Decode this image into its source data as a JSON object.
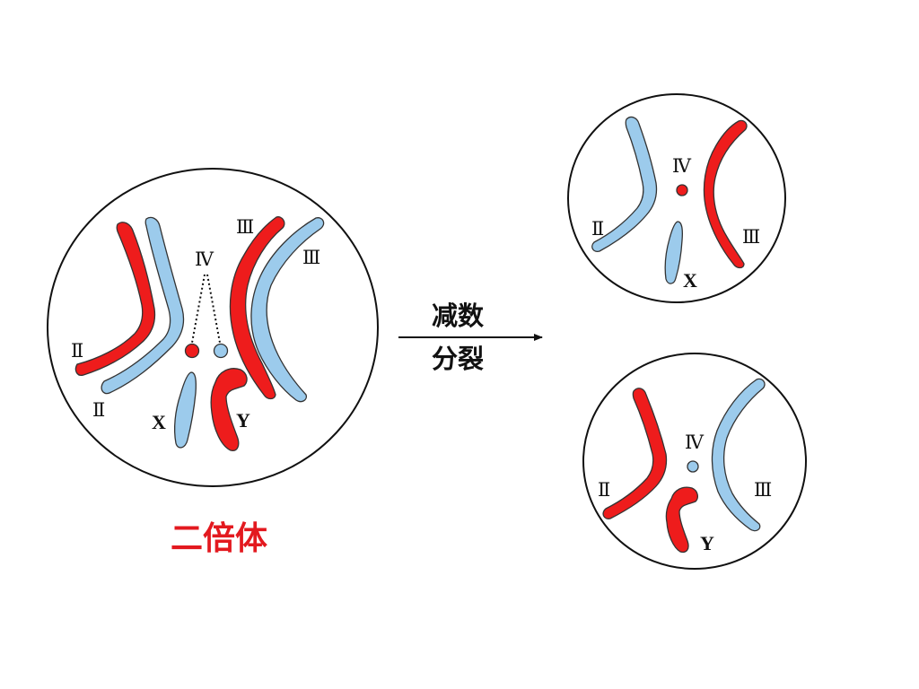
{
  "colors": {
    "red": "#ee1c1c",
    "blue": "#9ccbec",
    "caption": "#e3191f",
    "outline": "#111111"
  },
  "diploid_cell": {
    "labels": {
      "ii_left": "Ⅱ",
      "ii_right": "Ⅱ",
      "iii_red": "Ⅲ",
      "iii_blue": "Ⅲ",
      "iv": "Ⅳ",
      "x": "X",
      "y": "Y"
    },
    "caption": "二倍体"
  },
  "arrow": {
    "top_text": "减数",
    "bottom_text": "分裂"
  },
  "gamete_x": {
    "labels": {
      "ii": "Ⅱ",
      "iv": "Ⅳ",
      "iii": "Ⅲ",
      "x": "X"
    }
  },
  "gamete_y": {
    "labels": {
      "ii": "Ⅱ",
      "iv": "Ⅳ",
      "iii": "Ⅲ",
      "y": "Y"
    }
  }
}
